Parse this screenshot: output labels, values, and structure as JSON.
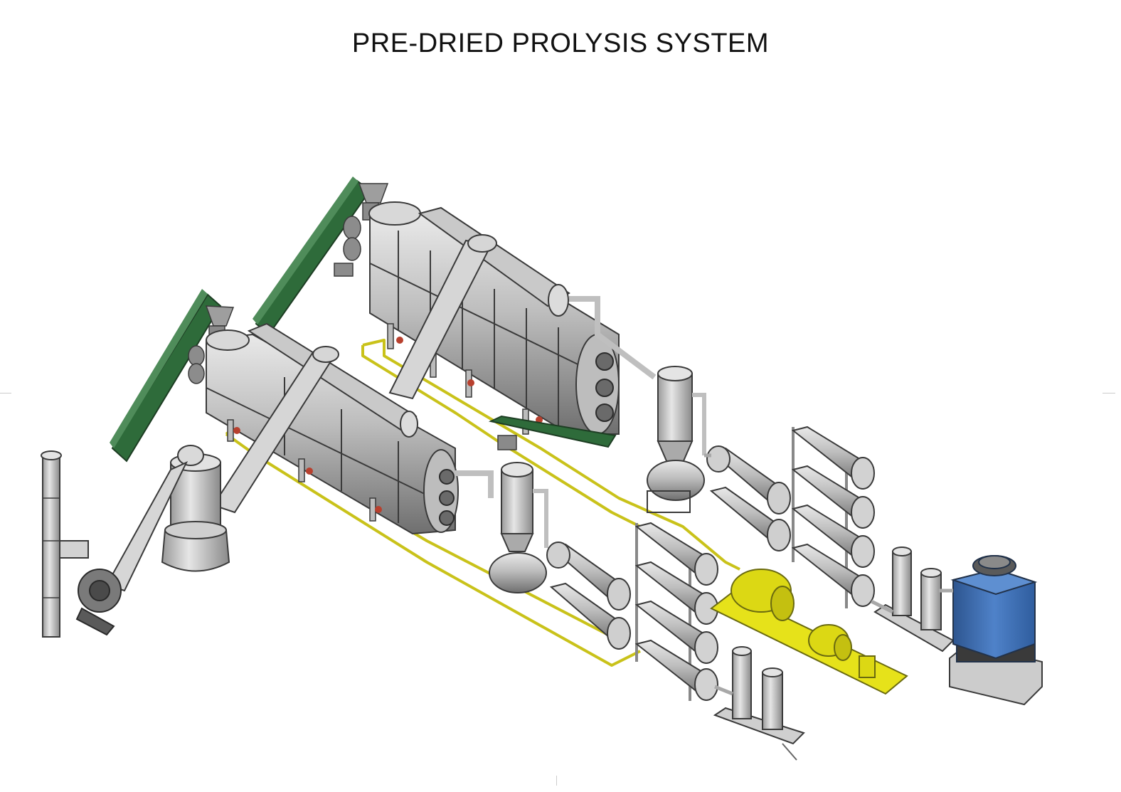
{
  "title": "PRE-DRIED PROLYSIS SYSTEM",
  "colors": {
    "vessel": "#b9b9b9",
    "vessel_shade": "#7e7e7e",
    "pipe": "#d9d9d9",
    "conveyor": "#2e6b3a",
    "yellow": "#e6e21a",
    "cooling_tower": "#3f6fb5",
    "outline": "#3a3a3a",
    "valve": "#b8402e"
  },
  "components": [
    "feed-conveyor-upper",
    "feed-conveyor-lower",
    "pyrolysis-reactor-upper",
    "pyrolysis-reactor-lower",
    "exhaust-chimney",
    "induced-draft-fan",
    "cyclone-dust-collector",
    "discharge-conveyor",
    "gas-separator-upper",
    "gas-separator-lower",
    "horizontal-condenser-upper",
    "horizontal-condenser-lower",
    "condenser-rack-upper",
    "condenser-rack-lower",
    "oil-tank-skid",
    "water-seal-tanks-upper",
    "water-seal-tanks-lower",
    "cooling-tower"
  ]
}
